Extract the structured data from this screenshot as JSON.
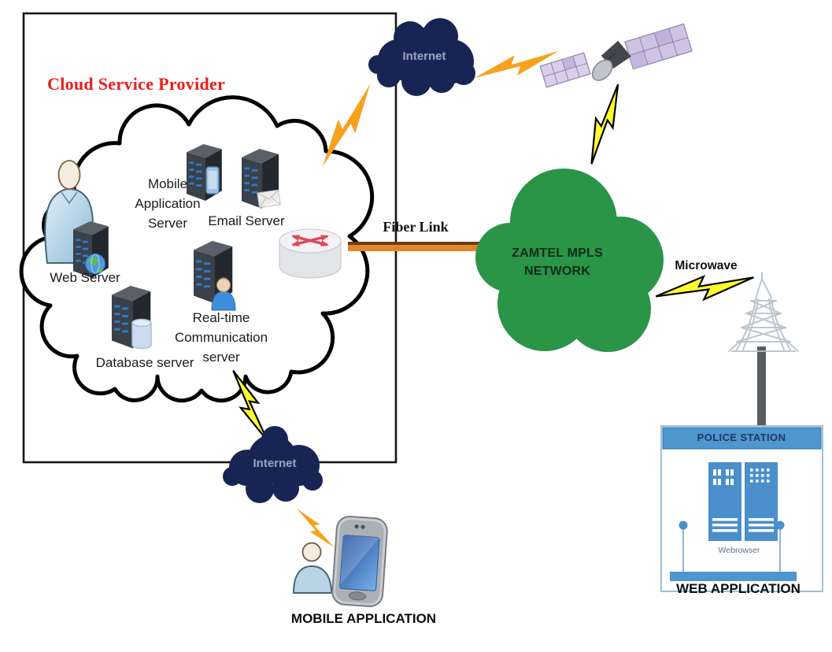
{
  "diagram": {
    "provider_box_title": "Cloud Service Provider",
    "clouds": {
      "internet_top": "Internet",
      "internet_bottom": "Internet",
      "zamtel": [
        "ZAMTEL MPLS",
        "NETWORK"
      ]
    },
    "links": {
      "fiber": "Fiber Link",
      "microwave": "Microwave"
    },
    "servers": {
      "mobile_app": [
        "Mobile",
        "Application",
        "Server"
      ],
      "email": "Email Server",
      "web": "Web Server",
      "database": "Database server",
      "realtime": [
        "Real-time",
        "Communication",
        "server"
      ]
    },
    "endpoints": {
      "police_station": "POLICE STATION",
      "web_browser": "Webrowser",
      "web_application": "WEB APPLICATION",
      "mobile_application": "MOBILE APPLICATION"
    },
    "colors": {
      "title_red": "#ee1b1b",
      "internet_cloud_navy": "#182453",
      "mpls_cloud_green": "#2a9447",
      "fiber_orange": "#e2862c",
      "lightning_orange": "#f6a21d",
      "lightning_yellow": "#fdfd2e",
      "police_blue": "#4f96ce",
      "router_arrow_red": "#e0485a"
    }
  }
}
